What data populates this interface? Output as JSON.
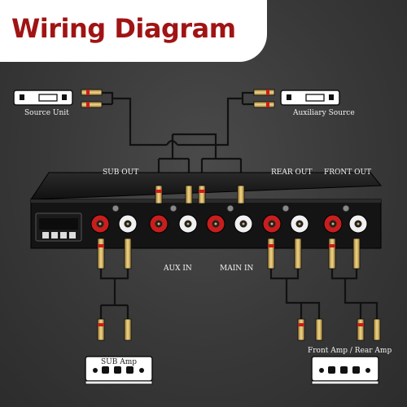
{
  "title": "Wiring Diagram",
  "labels": {
    "source_unit": "Source Unit",
    "auxiliary_source": "Auxiliary Source",
    "sub_out": "SUB OUT",
    "rear_out": "REAR OUT",
    "front_out": "FRONT OUT",
    "aux_in": "AUX IN",
    "main_in": "MAIN IN",
    "sub_amp": "SUB Amp",
    "front_rear_amp": "Front Amp / Rear Amp"
  },
  "colors": {
    "title": "#a01414",
    "rca_red": "#c81e1e",
    "rca_white": "#f0f0f0",
    "wire": "#111111",
    "plug_gold": "#d8b560"
  }
}
